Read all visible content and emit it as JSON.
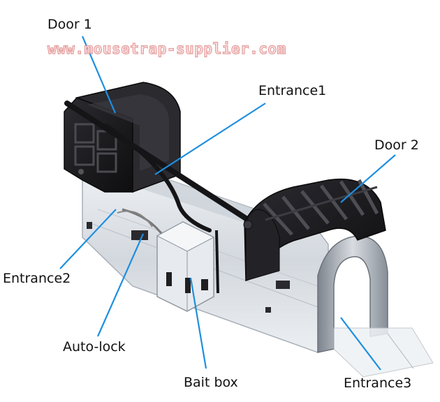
{
  "watermark": "www.mousetrap-supplier.com",
  "labels": {
    "door1": "Door 1",
    "entrance1": "Entrance1",
    "door2": "Door 2",
    "entrance2": "Entrance2",
    "autolock": "Auto-lock",
    "baitbox": "Bait box",
    "entrance3": "Entrance3"
  },
  "colors": {
    "leader_line": "#1e8fe0",
    "trap_black": "#1b1b1e",
    "trap_clear": "#dfe3e8",
    "metal": "#9aa1aa"
  }
}
